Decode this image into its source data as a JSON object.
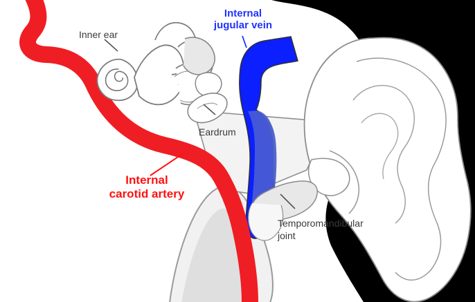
{
  "labels": {
    "inner_ear": "Inner ear",
    "internal_jugular_vein": {
      "line1": "Internal",
      "line2": "jugular vein"
    },
    "eardrum": "Eardrum",
    "internal_carotid_artery": {
      "line1": "Internal",
      "line2": "carotid artery"
    },
    "temporomandibular_joint": {
      "line1": "Temporomandibular",
      "line2": "joint"
    }
  },
  "colors": {
    "artery": "#ef1e24",
    "vein": "#0b1fff",
    "vein_dark": "#4358c8",
    "hair": "#000000",
    "outline": "#8d8d8d",
    "soft_tissue": "#efefef",
    "jaw": "#dddddd"
  },
  "icons": {
    "inner_ear": "cochlea-and-semicircular-canals-icon",
    "vein": "jugular-vein-icon",
    "artery": "carotid-artery-icon",
    "outer_ear": "outer-ear-icon",
    "jaw": "mandible-icon"
  }
}
